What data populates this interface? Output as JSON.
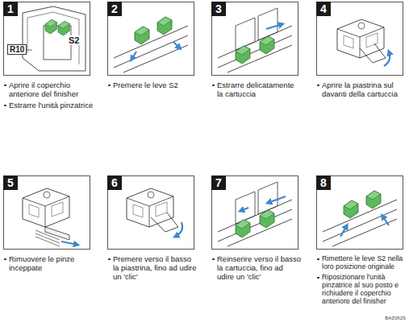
{
  "diagram": {
    "nodes": [
      {
        "text": [
          "1",
          "Aprire il coperchio anteriore del finisher",
          "Estrarre l'unità pinzatrice"
        ]
      },
      {
        "text": [
          "2",
          "Premere le leve S2"
        ]
      },
      {
        "text": [
          "3",
          "Estrarre delicatamente la cartuccia"
        ]
      },
      {
        "text": [
          "4",
          "Aprire la piastrina sul davanti della cartuccia"
        ]
      },
      {
        "text": [
          "5",
          "Rimuovere le pinze inceppate"
        ]
      },
      {
        "text": [
          "6",
          "Premere verso il basso la piastrina, fino ad udire un 'clic'"
        ]
      },
      {
        "text": [
          "7",
          "Reinserire verso il basso la cartuccia, fino ad udire un 'clic'"
        ]
      },
      {
        "text": [
          "8",
          "Rimettere le leve S2 nella loro posizione originale",
          "Riposizionare l'unità pinzatrice al suo posto e richiudere il coperchio anteriore del finisher"
        ]
      }
    ],
    "labels": [
      "R10",
      "S2",
      "BAZ062S"
    ]
  }
}
